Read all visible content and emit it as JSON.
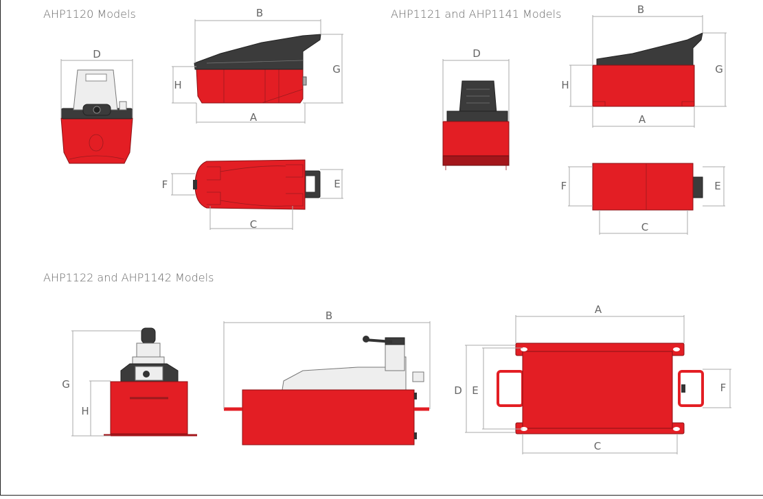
{
  "sections": [
    {
      "title": "AHP1120 Models",
      "labels": {
        "A": "A",
        "B": "B",
        "C": "C",
        "D": "D",
        "E": "E",
        "F": "F",
        "G": "G",
        "H": "H"
      }
    },
    {
      "title": "AHP1121 and AHP1141 Models",
      "labels": {
        "A": "A",
        "B": "B",
        "C": "C",
        "D": "D",
        "E": "E",
        "F": "F",
        "G": "G",
        "H": "H"
      }
    },
    {
      "title": "AHP1122 and AHP1142 Models",
      "labels": {
        "A": "A",
        "B": "B",
        "C": "C",
        "D": "D",
        "E": "E",
        "F": "F",
        "G": "G",
        "H": "H"
      }
    }
  ],
  "colors": {
    "body_red": "#e31e24",
    "pedal_dark": "#3b3b3b",
    "dimension_line": "#aaaaaa"
  }
}
